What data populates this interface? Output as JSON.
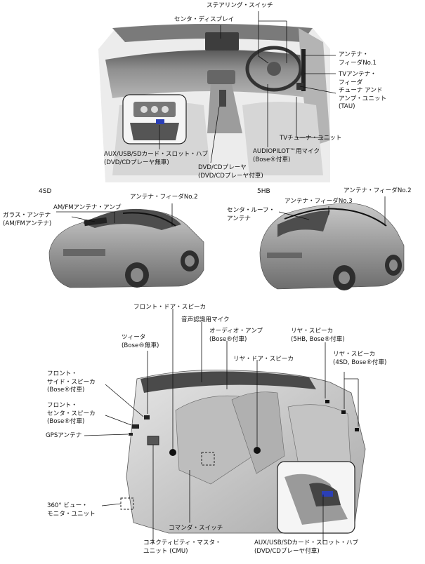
{
  "top": {
    "steering_switch": "ステアリング・スイッチ",
    "center_display": "センタ・ディスプレイ",
    "antenna_feeder_no1": [
      "アンテナ・",
      "フィーダNo.1"
    ],
    "tv_antenna_feeder": [
      "TVアンテナ・",
      "フィーダ"
    ],
    "tuner_amp_unit": [
      "チューナ アンド",
      "アンプ・ユニット",
      "(TAU)"
    ],
    "tv_tuner_unit": "TVチューナ・ユニット",
    "audiopilot_mic": [
      "AUDIOPILOT™用マイク",
      "(Bose®付車)"
    ],
    "aux_hub_top": [
      "AUX/USB/SDカード・スロット・ハブ",
      "(DVD/CDプレーヤ無車)"
    ],
    "dvd_player": [
      "DVD/CDプレーヤ",
      "(DVD/CDプレーヤ付車)"
    ]
  },
  "middle": {
    "sd_tag": "4SD",
    "hb_tag": "5HB",
    "am_fm_amp": "AM/FMアンテナ・アンプ",
    "glass_antenna": [
      "ガラス・アンテナ",
      "(AM/FMアンテナ)"
    ],
    "antenna_feeder_no2_sd": "アンテナ・フィーダNo.2",
    "center_roof_antenna": [
      "センタ・ルーフ・",
      "アンテナ"
    ],
    "antenna_feeder_no3": "アンテナ・フィーダNo.3",
    "antenna_feeder_no2_hb": "アンテナ・フィーダNo.2"
  },
  "bottom": {
    "front_door_speaker": "フロント・ドア・スピーカ",
    "voice_mic": "音声認識用マイク",
    "tweeter": [
      "ツィータ",
      "(Bose®無車)"
    ],
    "audio_amp": [
      "オーディオ・アンプ",
      "(Bose®付車)"
    ],
    "rear_speaker_5hb": [
      "リヤ・スピーカ",
      "(5HB, Bose®付車)"
    ],
    "rear_door_speaker": "リヤ・ドア・スピーカ",
    "rear_speaker_4sd": [
      "リヤ・スピーカ",
      "(4SD, Bose®付車)"
    ],
    "front_side_speaker": [
      "フロント・",
      "サイド・スピーカ",
      "(Bose®付車)"
    ],
    "front_center_speaker": [
      "フロント・",
      "センタ・スピーカ",
      "(Bose®付車)"
    ],
    "gps_antenna": "GPSアンテナ",
    "view_monitor_unit": [
      "360° ビュー・",
      "モニタ・ユニット"
    ],
    "commander_switch": "コマンダ・スイッチ",
    "cmu": [
      "コネクティビティ・マスタ・",
      "ユニット (CMU)"
    ],
    "aux_hub_bottom": [
      "AUX/USB/SDカード・スロット・ハブ",
      "(DVD/CDプレーヤ付車)"
    ]
  }
}
